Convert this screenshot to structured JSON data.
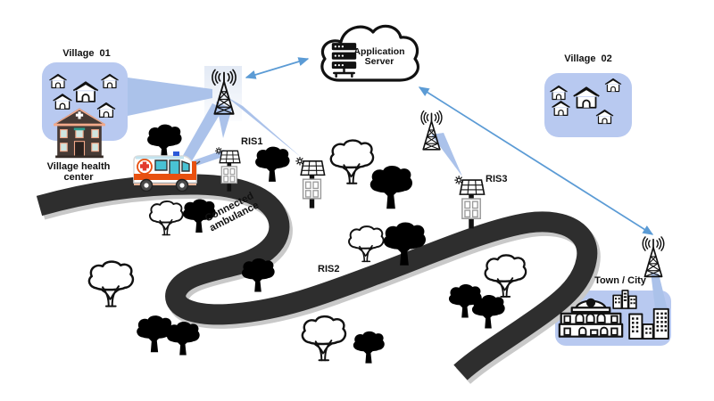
{
  "scene": {
    "village1": {
      "label": "Village  01"
    },
    "village2": {
      "label": "Village  02"
    },
    "health_center": {
      "label": "Village health center"
    },
    "ambulance": {
      "label": "Connected ambulance"
    },
    "cloud": {
      "line1": "Application",
      "line2": "Server"
    },
    "ris1": {
      "label": "RIS1"
    },
    "ris2": {
      "label": "RIS2"
    },
    "ris3": {
      "label": "RIS3"
    },
    "town": {
      "label": "Town / City"
    },
    "icons": {
      "tower": "base-station-tower-icon",
      "ris": "ris-solar-panel-icon",
      "sun": "sun-icon",
      "house": "house-icon",
      "tree_black": "tree-silhouette-icon",
      "tree_white": "tree-outline-icon",
      "server": "server-rack-icon",
      "cloud": "cloud-icon",
      "ambulance": "ambulance-icon",
      "health_center": "health-center-building-icon",
      "town_hall": "town-hall-icon",
      "city_buildings": "city-buildings-icon",
      "road": "winding-road"
    },
    "colors": {
      "zone_fill": "#b8c9f0",
      "beam": "#abc2ea",
      "arrow": "#5b9bd5",
      "road": "#2e2e2e",
      "road_shadow": "#c9c9c9",
      "ambulance_stripe": "#e8500f",
      "ambulance_window": "#49c2d4",
      "building_wall": "#463a35",
      "building_trim": "#f2a98a"
    }
  }
}
